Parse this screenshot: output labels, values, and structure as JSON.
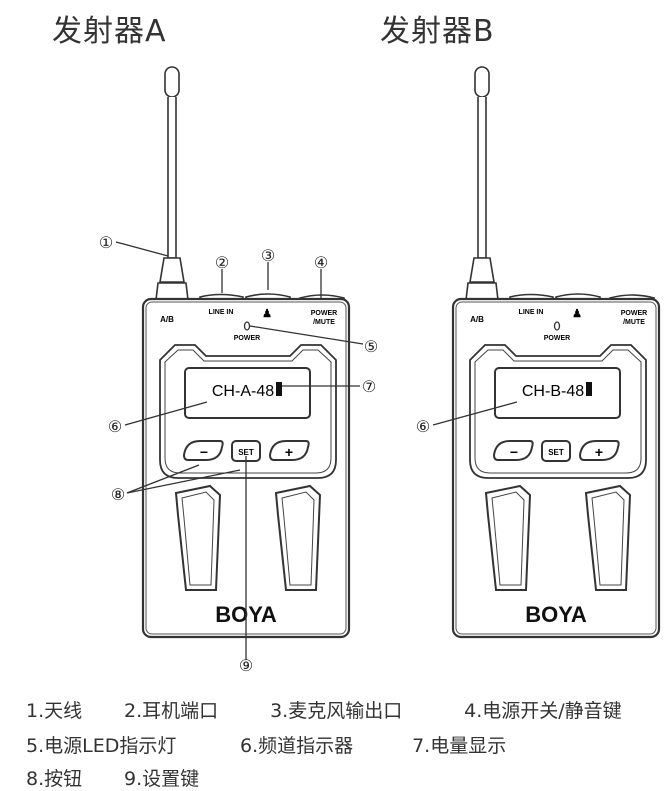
{
  "titles": {
    "a": "发射器A",
    "b": "发射器B"
  },
  "device_a": {
    "ab": "A/B",
    "line_in": "LINE IN",
    "power_led": "POWER",
    "power_mute_1": "POWER",
    "power_mute_2": "/MUTE",
    "screen": "CH-A-48",
    "minus": "−",
    "set": "SET",
    "plus": "+",
    "brand": "BOYA"
  },
  "device_b": {
    "ab": "A/B",
    "line_in": "LINE IN",
    "power_led": "POWER",
    "power_mute_1": "POWER",
    "power_mute_2": "/MUTE",
    "screen": "CH-B-48",
    "minus": "−",
    "set": "SET",
    "plus": "+",
    "brand": "BOYA"
  },
  "callouts": [
    "①",
    "②",
    "③",
    "④",
    "⑤",
    "⑥",
    "⑦",
    "⑧",
    "⑨"
  ],
  "legend": {
    "line1": [
      "1.天线",
      "2.耳机端口",
      "3.麦克风输出口",
      "4.电源开关/静音键"
    ],
    "line2": [
      "5.电源LED指示灯",
      "6.频道指示器",
      "7.电量显示"
    ],
    "line3": [
      "8.按钮",
      "9.设置键"
    ]
  }
}
